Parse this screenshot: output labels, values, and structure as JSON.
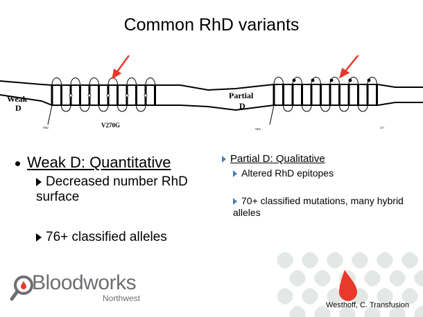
{
  "title": "Common RhD variants",
  "diagram": {
    "weak_label_1": "Weak",
    "weak_label_2": "D",
    "partial_label_1": "Partial",
    "partial_label_2": "D",
    "mutation_label": "V270G",
    "nh2_label": "NH2",
    "nh2_label_2": "NH2",
    "cterm_label": "417",
    "arrow_color": "#e8392b"
  },
  "left": {
    "heading": "Weak D:  Quantitative",
    "items": [
      "Decreased number RhD surface",
      "76+ classified alleles"
    ]
  },
  "right": {
    "heading": "Partial D:  Qualitative",
    "items": [
      "Altered RhD epitopes",
      "70+ classified mutations, many hybrid alleles"
    ]
  },
  "logo": {
    "name": "Bloodworks",
    "sub": "Northwest",
    "accent": "#e8392b"
  },
  "credit": "Westhoff, C. Transfusion"
}
